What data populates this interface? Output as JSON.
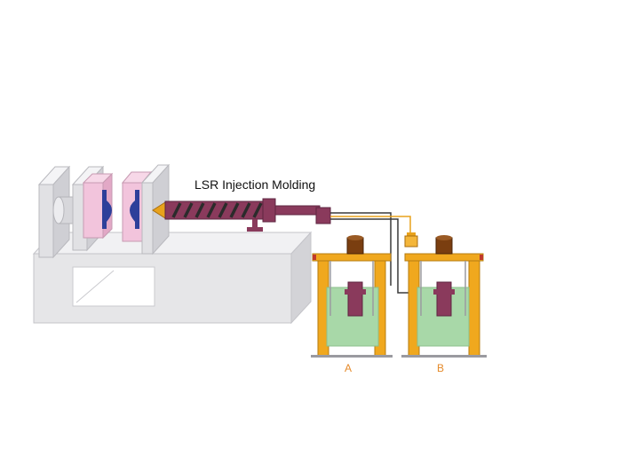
{
  "diagram": {
    "title": "LSR Injection Molding",
    "tank_a_label": "A",
    "tank_b_label": "B"
  },
  "colors": {
    "machine_body": "#e6e6e8",
    "machine_edge": "#bdbdc2",
    "mold_pink": "#f2c4dc",
    "part_blue": "#2e3f9a",
    "barrel": "#8a3a5c",
    "screw_stripe": "#2b2b2b",
    "nozzle_tip": "#e8a21c",
    "frame_orange": "#f0a81e",
    "label_orange": "#e58a2a",
    "material_green": "#a8d8a8",
    "lid_brown": "#7a3e10",
    "line_dark": "#3a3a3a",
    "line_orange": "#e8a21c"
  }
}
